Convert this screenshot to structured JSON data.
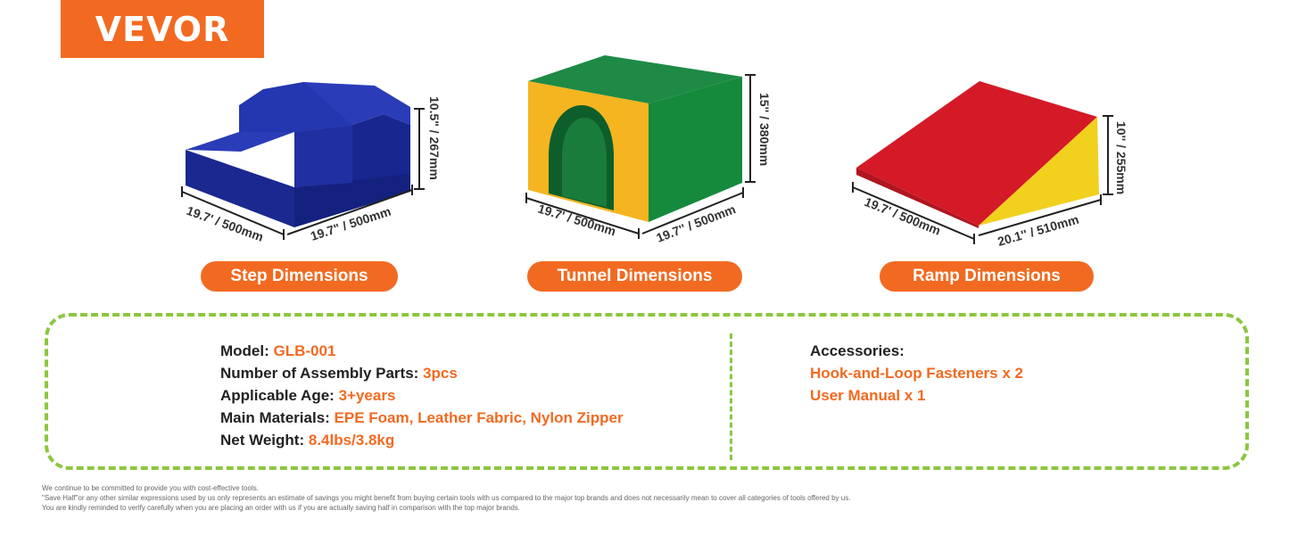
{
  "brand": {
    "logo_text": "VEVOR",
    "accent": "#f26a21",
    "dash_color": "#8cc63f"
  },
  "products": [
    {
      "name": "step",
      "colors": {
        "main": "#1e2ea8"
      },
      "dim_left": "19.7' / 500mm",
      "dim_right": "19.7\" / 500mm",
      "dim_height": "10.5\" / 267mm",
      "caption": "Step Dimensions"
    },
    {
      "name": "tunnel",
      "colors": {
        "top": "#1f8a45",
        "side": "#15833d",
        "front": "#f4b521"
      },
      "dim_left": "19.7' / 500mm",
      "dim_right": "19.7'' / 500mm",
      "dim_height": "15'' / 380mm",
      "caption": "Tunnel Dimensions"
    },
    {
      "name": "ramp",
      "colors": {
        "top": "#d41a27",
        "side": "#f2d01e"
      },
      "dim_left": "19.7' / 500mm",
      "dim_right": "20.1'' / 510mm",
      "dim_height": "10'' / 255mm",
      "caption": "Ramp Dimensions"
    }
  ],
  "specs": {
    "model_label": "Model:",
    "model_value": "GLB-001",
    "parts_label": "Number of Assembly Parts:",
    "parts_value": "3pcs",
    "age_label": "Applicable Age:",
    "age_value": "3+years",
    "materials_label": "Main Materials:",
    "materials_value": "EPE Foam, Leather Fabric, Nylon Zipper",
    "weight_label": "Net Weight:",
    "weight_value": "8.4lbs/3.8kg"
  },
  "accessories": {
    "title": "Accessories:",
    "items": [
      "Hook-and-Loop Fasteners x 2",
      "User Manual x 1"
    ]
  },
  "footnotes": [
    "We continue to be committed to provide you with cost-effective tools.",
    "\"Save Half\"or any other similar expressions used by us only represents an estimate of savings you might benefit from buying certain tools with us compared to the major top brands and does not necessarily mean to cover all categories of tools offered by us.",
    "You are kindly reminded to verify carefully when you are placing an order with us if you are actually saving half in comparison with the top major brands."
  ]
}
